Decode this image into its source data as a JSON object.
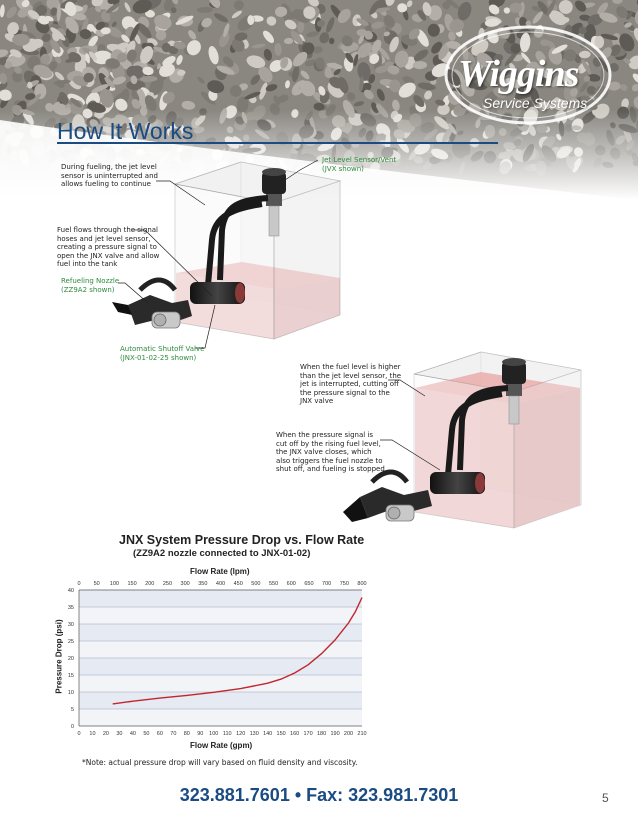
{
  "brand": {
    "name": "Wiggins",
    "subtitle": "Service Systems"
  },
  "page": {
    "title": "How It Works",
    "number": "5"
  },
  "callouts": {
    "jet_sensor_line1": "Jet Level Sensor/Vent",
    "jet_sensor_line2": "(JVX shown)",
    "fueling_line1": "During fueling, the jet level",
    "fueling_line2": "sensor is uninterrupted and",
    "fueling_line3": "allows fueling to continue",
    "flow_line1": "Fuel flows through the signal",
    "flow_line2": "hoses and jet level sensor,",
    "flow_line3": "creating a pressure signal to",
    "flow_line4": "open the JNX valve and allow",
    "flow_line5": "fuel into the tank",
    "nozzle_line1": "Refueling Nozzle",
    "nozzle_line2": "(ZZ9A2 shown)",
    "valve_line1": "Automatic Shutoff Valve",
    "valve_line2": "(JNX-01-02-25 shown)",
    "higher_line1": "When the fuel level is higher",
    "higher_line2": "than the jet level sensor, the",
    "higher_line3": "jet is interrupted, cutting off",
    "higher_line4": "the pressure signal to the",
    "higher_line5": "JNX valve",
    "cutoff_line1": "When the pressure signal is",
    "cutoff_line2": "cut off by the rising fuel level,",
    "cutoff_line3": "the JNX valve closes, which",
    "cutoff_line4": "also triggers the fuel nozzle to",
    "cutoff_line5": "shut off, and fueling is stopped"
  },
  "chart_data": {
    "type": "line",
    "title": "JNX System Pressure Drop vs. Flow Rate",
    "subtitle": "(ZZ9A2 nozzle connected to JNX-01-02)",
    "xlabel": "Flow Rate (gpm)",
    "x2label": "Flow Rate (lpm)",
    "ylabel": "Pressure Drop (psi)",
    "xlim": [
      0,
      210
    ],
    "x2lim": [
      0,
      800
    ],
    "ylim": [
      0,
      40
    ],
    "xticks": [
      "0",
      "10",
      "20",
      "30",
      "40",
      "50",
      "60",
      "70",
      "80",
      "90",
      "100",
      "110",
      "120",
      "130",
      "140",
      "150",
      "160",
      "170",
      "180",
      "190",
      "200",
      "210"
    ],
    "x2ticks": [
      "0",
      "50",
      "100",
      "150",
      "200",
      "250",
      "300",
      "350",
      "400",
      "450",
      "500",
      "550",
      "600",
      "650",
      "700",
      "750",
      "800"
    ],
    "yticks": [
      "0",
      "5",
      "10",
      "15",
      "20",
      "25",
      "30",
      "35",
      "40"
    ],
    "grid": true,
    "series": [
      {
        "color": "#c0272d",
        "x": [
          25,
          40,
          60,
          80,
          100,
          120,
          140,
          150,
          160,
          170,
          180,
          190,
          200,
          205,
          210
        ],
        "y": [
          6.5,
          7.3,
          8.2,
          9.0,
          9.9,
          11.0,
          12.6,
          13.8,
          15.6,
          18.0,
          21.3,
          25.3,
          30.3,
          33.6,
          37.8
        ]
      }
    ]
  },
  "footer": {
    "note": "*Note: actual pressure drop will vary based on fluid density and viscosity.",
    "phone": "323.881.7601 • Fax: 323.981.7301"
  }
}
